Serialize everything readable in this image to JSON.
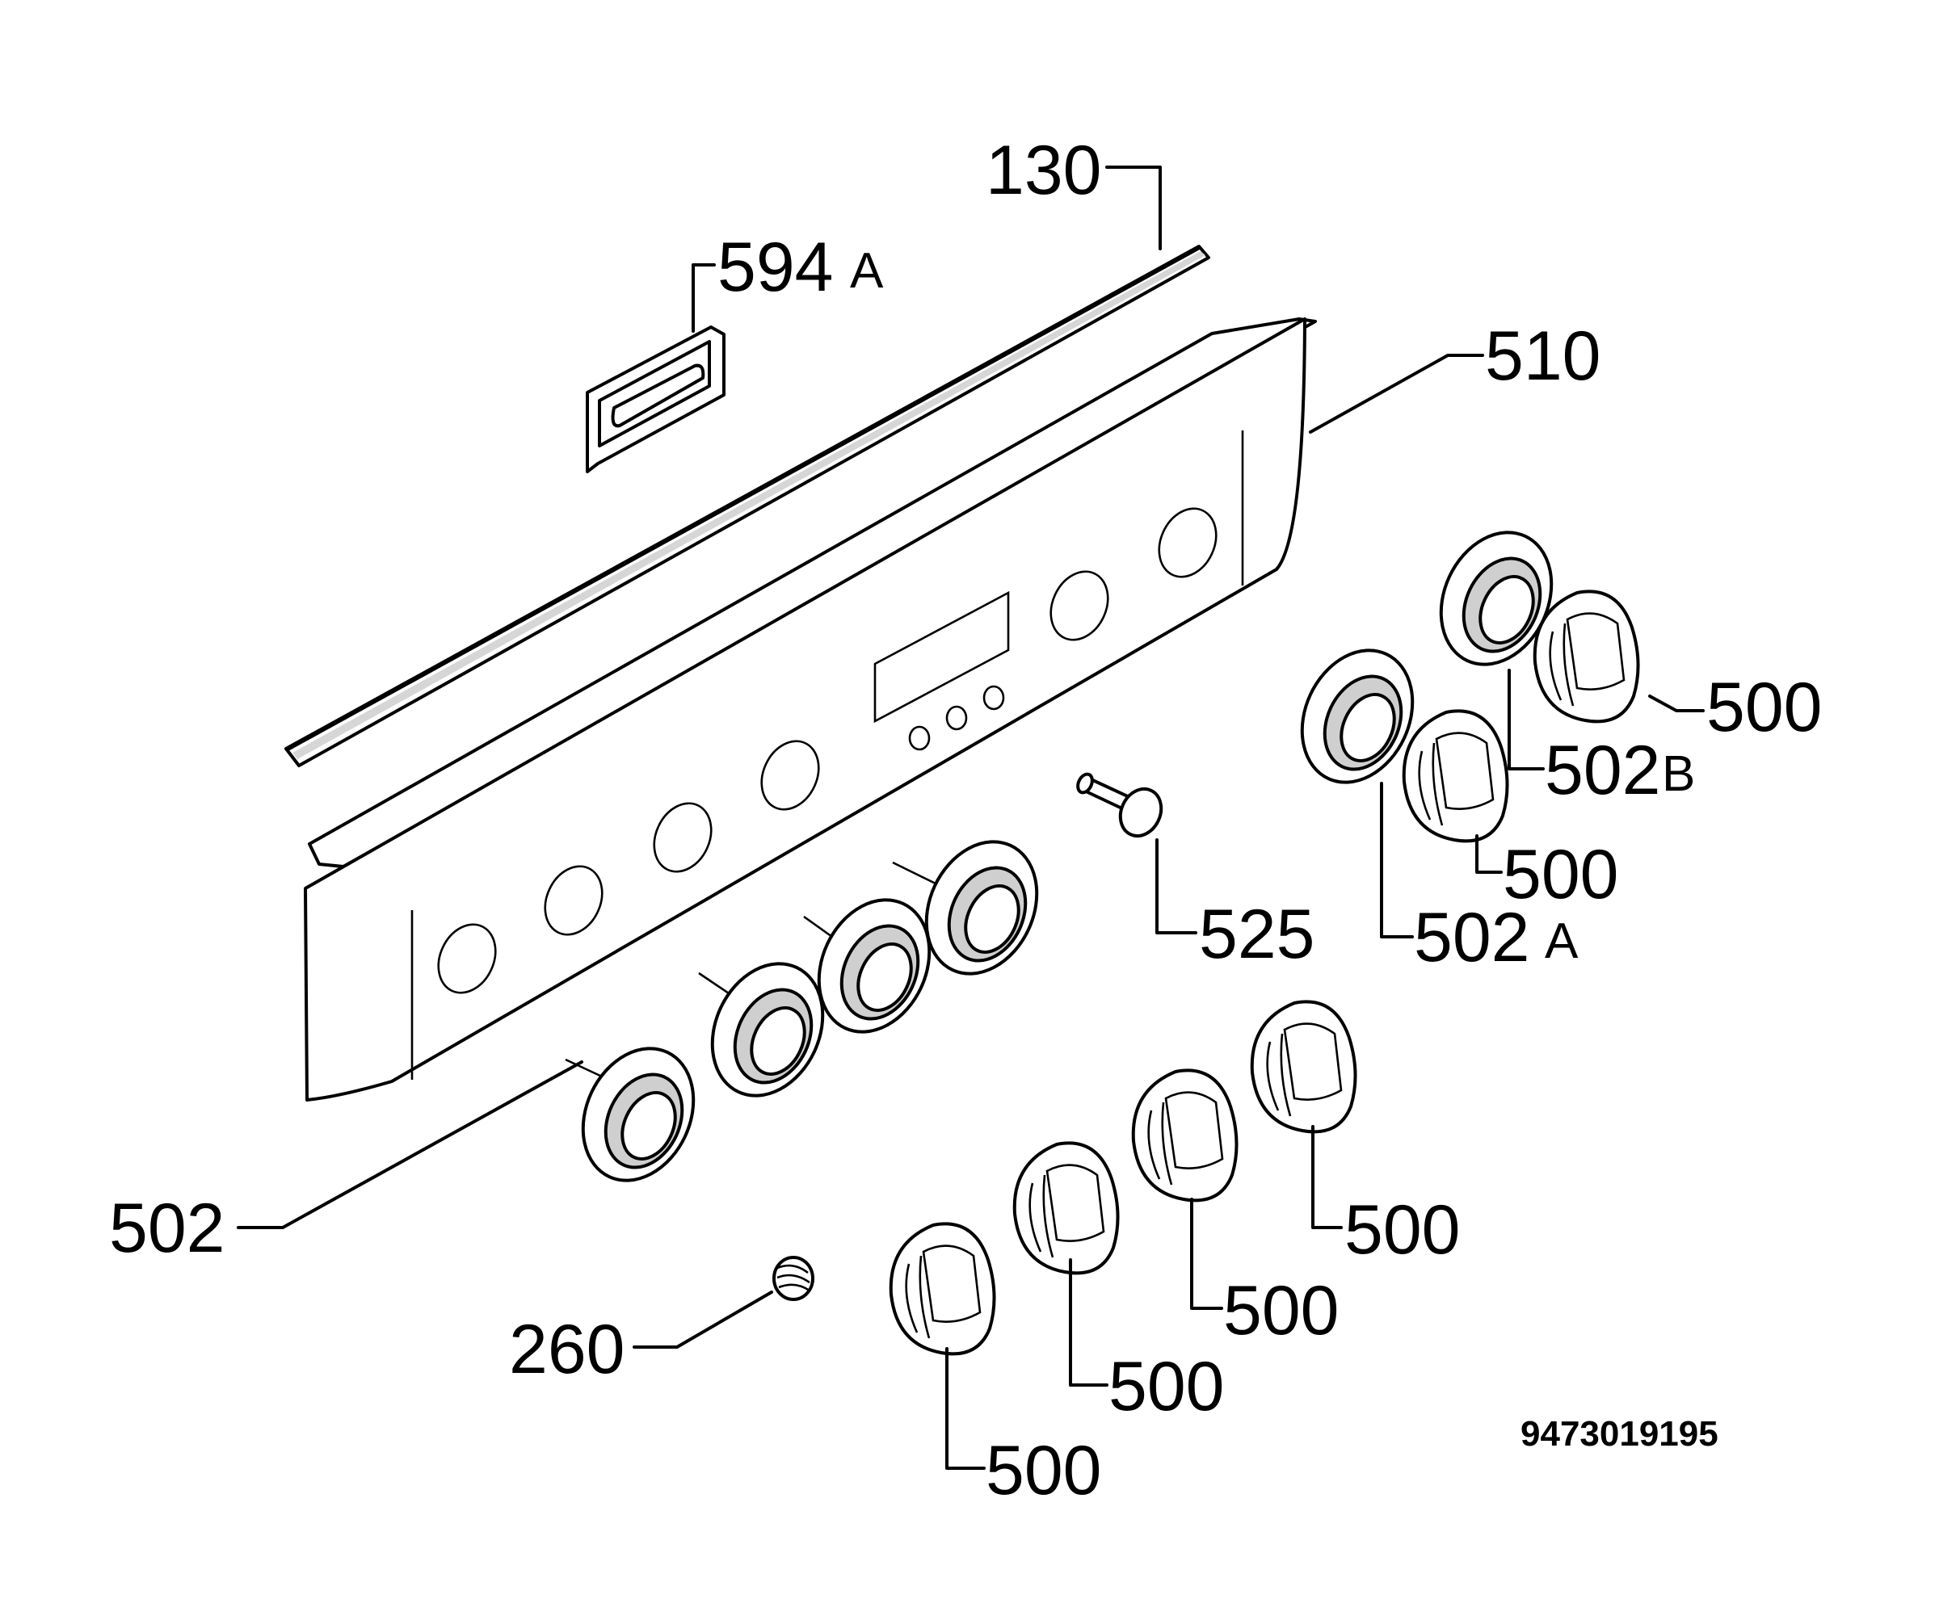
{
  "diagram": {
    "drawing_number": "9473019195",
    "callouts": [
      {
        "id": "130",
        "text": "130"
      },
      {
        "id": "594A",
        "text": "594",
        "suffix": "A"
      },
      {
        "id": "510",
        "text": "510"
      },
      {
        "id": "500-a",
        "text": "500"
      },
      {
        "id": "502B",
        "text": "502",
        "suffix": "B"
      },
      {
        "id": "500-b",
        "text": "500"
      },
      {
        "id": "525",
        "text": "525"
      },
      {
        "id": "502A",
        "text": "502",
        "suffix": "A"
      },
      {
        "id": "502",
        "text": "502"
      },
      {
        "id": "260",
        "text": "260"
      },
      {
        "id": "500-c",
        "text": "500"
      },
      {
        "id": "500-d",
        "text": "500"
      },
      {
        "id": "500-e",
        "text": "500"
      },
      {
        "id": "500-f",
        "text": "500"
      }
    ]
  }
}
